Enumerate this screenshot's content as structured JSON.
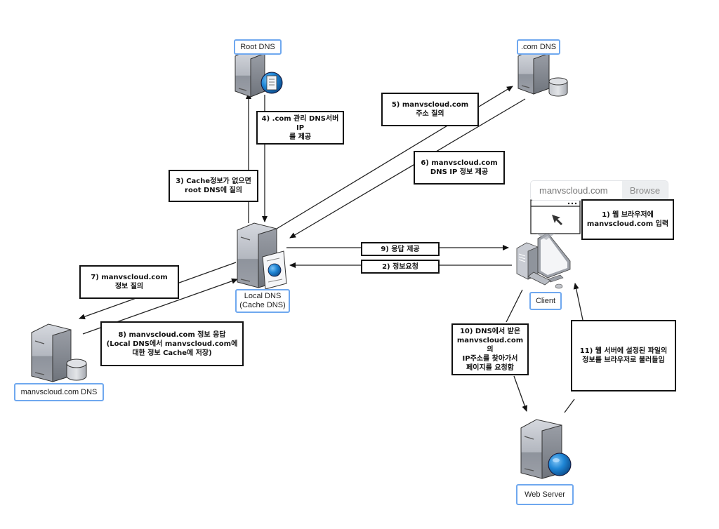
{
  "nodes": {
    "root_dns": {
      "label": "Root DNS"
    },
    "com_dns": {
      "label": ".com DNS"
    },
    "local_dns": {
      "label": "Local DNS\n(Cache DNS)"
    },
    "client": {
      "label": "Client"
    },
    "manvscloud_dns": {
      "label": "manvscloud.com DNS"
    },
    "web_server": {
      "label": "Web Server"
    }
  },
  "browser": {
    "url": "manvscloud.com",
    "button": "Browse"
  },
  "steps": [
    {
      "id": "1",
      "text": "1) 웹 브라우저에\nmanvscloud.com 입력"
    },
    {
      "id": "2",
      "text": "2) 정보요청"
    },
    {
      "id": "3",
      "text": "3) Cache정보가 없으면\nroot DNS에 질의"
    },
    {
      "id": "4",
      "text": "4) .com 관리 DNS서버 IP\n를 제공"
    },
    {
      "id": "5",
      "text": "5) manvscloud.com\n주소 질의"
    },
    {
      "id": "6",
      "text": "6) manvscloud.com\nDNS IP 정보 제공"
    },
    {
      "id": "7",
      "text": "7) manvscloud.com\n정보 질의"
    },
    {
      "id": "8",
      "text": "8) manvscloud.com 정보 응답\n(Local DNS에서 manvscloud.com에\n대한 정보 Cache에 저장)"
    },
    {
      "id": "9",
      "text": "9) 응답 제공"
    },
    {
      "id": "10",
      "text": "10) DNS에서 받은\nmanvscloud.com의\nIP주소를 찾아가서\n페이지를 요청함"
    },
    {
      "id": "11",
      "text": "11) 웹 서버에 설정된 파일의\n정보를 브라우저로 불러들임"
    }
  ],
  "colors": {
    "label_border": "#6fa8ef",
    "server_light": "#c9ccd3",
    "server_dark": "#8d929b",
    "globe_blue": "#1f7fd0"
  }
}
